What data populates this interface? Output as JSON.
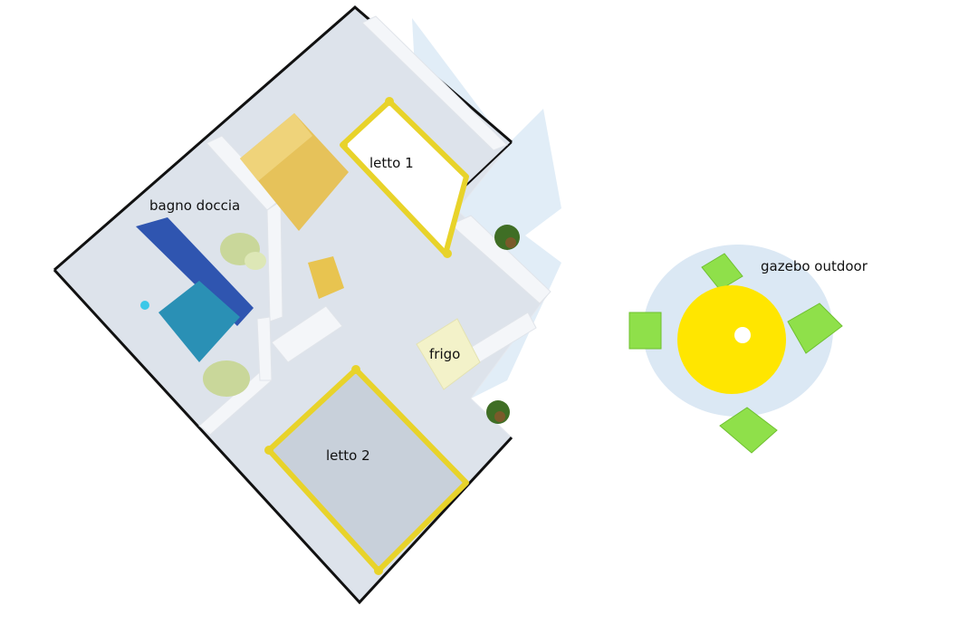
{
  "labels": {
    "bathroom": "bagno doccia",
    "bed1": "letto 1",
    "bed2": "letto 2",
    "fridge": "frigo",
    "gazebo": "gazebo outdoor"
  },
  "colors": {
    "floor": "#cfd6e0",
    "wall": "#f2f4f7",
    "outline": "#111111",
    "bed_frame": "#e8d32a",
    "wardrobe": "#e2bf55",
    "shower": "#2a8fb3",
    "shower_curtain": "#2b4fa8",
    "toilet": "#c9d79a",
    "fridge": "#f2f1c8",
    "table": "#ffe600",
    "chair": "#8fe04a",
    "plant": "#4a7a2a",
    "shadow": "#d7e6f3"
  }
}
